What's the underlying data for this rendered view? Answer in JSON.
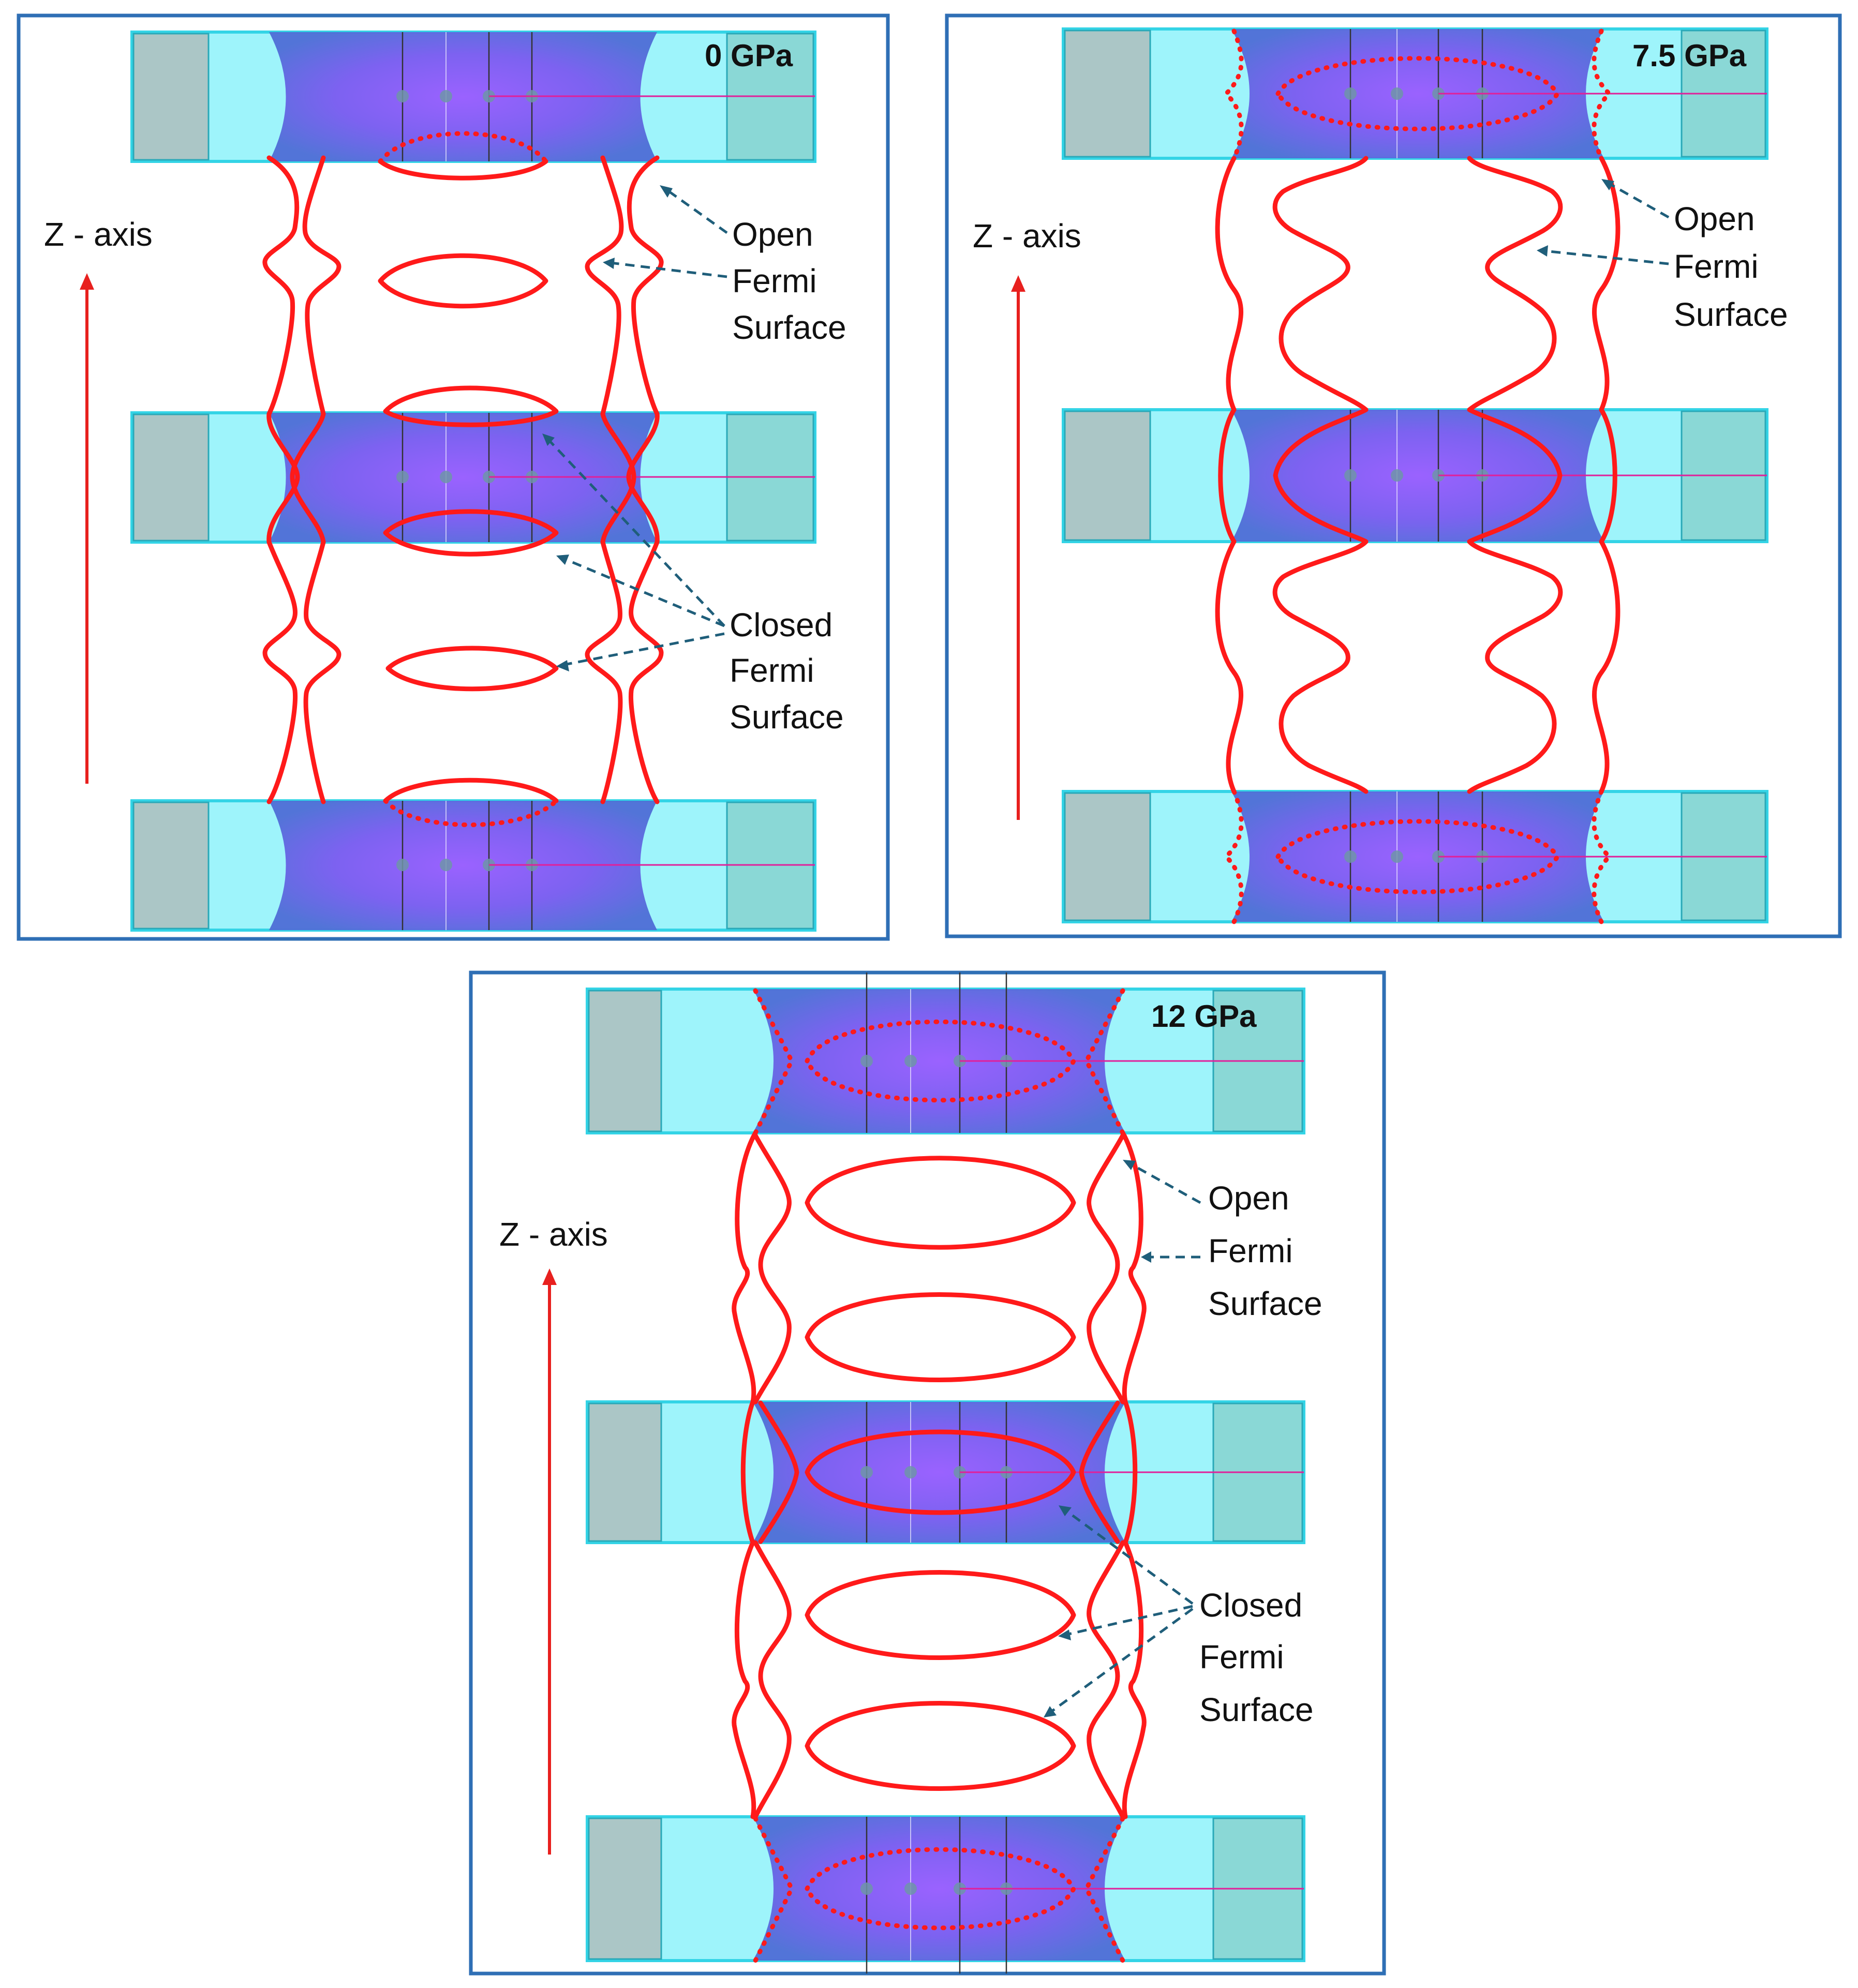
{
  "panels": [
    {
      "id": "p0",
      "pressure_label": "0 GPa",
      "axis_label": "Z - axis",
      "open_label": [
        "Open",
        "Fermi",
        "Surface"
      ],
      "closed_label": [
        "Closed",
        "Fermi",
        "Surface"
      ]
    },
    {
      "id": "p75",
      "pressure_label": "7.5 GPa",
      "axis_label": "Z - axis",
      "open_label": [
        "Open",
        "Fermi",
        "Surface"
      ]
    },
    {
      "id": "p12",
      "pressure_label": "12 GPa",
      "axis_label": "Z - axis",
      "open_label": [
        "Open",
        "Fermi",
        "Surface"
      ],
      "closed_label": [
        "Closed",
        "Fermi",
        "Surface"
      ]
    }
  ],
  "colors": {
    "fermi_surface": "#ff1a1a",
    "zone_band": "#9ef4fb",
    "bulk_density": "#7b5cf0",
    "frame": "#2f6fb5",
    "leader": "#1f5e7a"
  }
}
